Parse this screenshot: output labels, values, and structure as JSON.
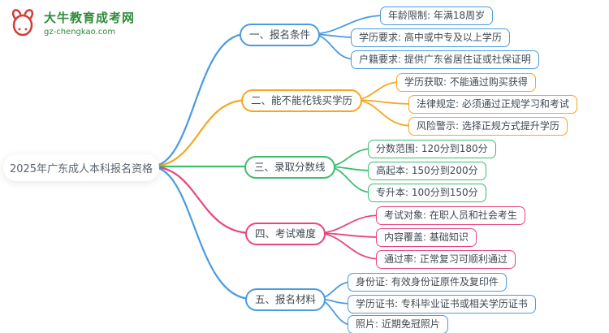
{
  "logo": {
    "site_name": "大牛教育成考网",
    "site_url": "gz-chengkao.com"
  },
  "central": {
    "title": "2025年广东成人本科报名资格"
  },
  "colors": {
    "blue": "#4b9be0",
    "orange": "#f6a623",
    "green": "#3dbd6e",
    "pink": "#e8467f",
    "logo_red": "#d43c33",
    "logo_green": "#2e8b3a",
    "text": "#3f4a54"
  },
  "branches": [
    {
      "label": "一、报名条件",
      "color": "#4b9be0",
      "children": [
        "年龄限制: 年满18周岁",
        "学历要求: 高中或中专及以上学历",
        "户籍要求: 提供广东省居住证或社保证明"
      ]
    },
    {
      "label": "二、能不能花钱买学历",
      "color": "#f6a623",
      "children": [
        "学历获取: 不能通过购买获得",
        "法律规定: 必须通过正规学习和考试",
        "风险警示: 选择正规方式提升学历"
      ]
    },
    {
      "label": "三、录取分数线",
      "color": "#3dbd6e",
      "children": [
        "分数范围: 120分到180分",
        "高起本: 150分到200分",
        "专升本: 100分到150分"
      ]
    },
    {
      "label": "四、考试难度",
      "color": "#e8467f",
      "children": [
        "考试对象: 在职人员和社会考生",
        "内容覆盖: 基础知识",
        "通过率: 正常复习可顺利通过"
      ]
    },
    {
      "label": "五、报名材料",
      "color": "#4b9be0",
      "children": [
        "身份证: 有效身份证原件及复印件",
        "学历证书: 专科毕业证书或相关学历证书",
        "照片: 近期免冠照片"
      ]
    }
  ]
}
